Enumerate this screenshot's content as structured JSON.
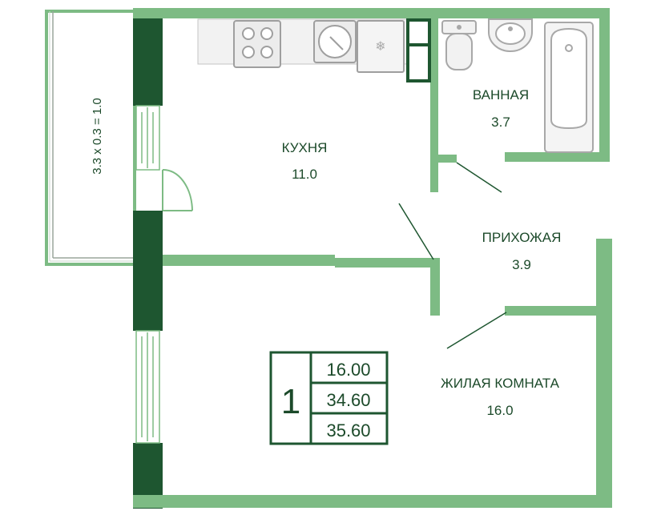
{
  "colors": {
    "wall_light": "#7dbb84",
    "wall_dark": "#1e5630",
    "fixture_stroke": "#b5b5b5",
    "fixture_fill": "#eeeeee",
    "text": "#1c4a2a"
  },
  "balcony": {
    "label": "3.3 x 0.3 = 1.0"
  },
  "rooms": {
    "kitchen": {
      "name": "КУХНЯ",
      "area": "11.0"
    },
    "bathroom": {
      "name": "ВАННАЯ",
      "area": "3.7"
    },
    "hallway": {
      "name": "ПРИХОЖАЯ",
      "area": "3.9"
    },
    "living": {
      "name": "ЖИЛАЯ КОМНАТА",
      "area": "16.0"
    }
  },
  "summary": {
    "rooms_count": "1",
    "living_area": "16.00",
    "total_area": "34.60",
    "total_area_with_balcony": "35.60"
  },
  "icons": [
    "stove-icon",
    "sink-icon",
    "fridge-icon",
    "toilet-icon",
    "washbasin-icon",
    "bathtub-icon"
  ]
}
